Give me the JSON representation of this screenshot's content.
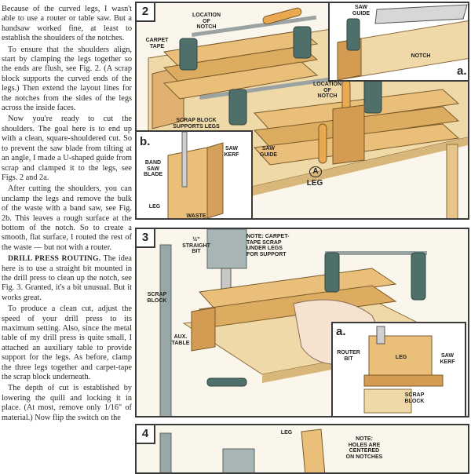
{
  "text": {
    "p1": "Because of the curved legs, I wasn't able to use a router or table saw. But a handsaw worked fine, at least to establish the shoulders of the notches.",
    "p2": "To ensure that the shoulders align, start by clamping the legs together so the ends are flush, see Fig. 2. (A scrap block supports the curved ends of the legs.) Then extend the layout lines for the notches from the sides of the legs across the inside faces.",
    "p3": "Now you're ready to cut the shoulders. The goal here is to end up with a clean, square-shouldered cut. So to prevent the saw blade from tilting at an angle, I made a U-shaped guide from scrap and clamped it to the legs, see Figs. 2 and 2a.",
    "p4": "After cutting the shoulders, you can unclamp the legs and remove the bulk of the waste with a band saw, see Fig. 2b. This leaves a rough surface at the bottom of the notch. So to create a smooth, flat surface, I routed the rest of the waste — but not with a router.",
    "head": "DRILL PRESS ROUTING.",
    "p5": "The idea here is to use a straight bit mounted in the drill press to clean up the notch, see Fig. 3. Granted, it's a bit unusual. But it works great.",
    "p6": "To produce a clean cut, adjust the speed of your drill press to its maximum setting. Also, since the metal table of my drill press is quite small, I attached an auxiliary table to provide support for the legs. As before, clamp the three legs together and carpet-tape the scrap block underneath.",
    "p7": "The depth of cut is established by lowering the quill and locking it in place. (At most, remove only 1/16\" of material.) Now flip the switch on the"
  },
  "fig2": {
    "number": "2",
    "loc_notch_1": "LOCATION\nOF\nNOTCH",
    "carpet_tape": "CARPET\nTAPE",
    "loc_notch_2": "LOCATION\nOF\nNOTCH",
    "scrap_block": "SCRAP BLOCK\nSUPPORTS LEGS",
    "saw_guide": "SAW\nGUIDE",
    "leg_marker": "A",
    "leg": "LEG",
    "sub_a": {
      "letter": "a.",
      "saw_guide": "SAW\nGUIDE",
      "notch": "NOTCH"
    },
    "sub_b": {
      "letter": "b.",
      "band_saw_blade": "BAND\nSAW\nBLADE",
      "saw_kerf": "SAW\nKERF",
      "leg": "LEG",
      "waste": "WASTE"
    }
  },
  "fig3": {
    "number": "3",
    "straight_bit": "½\"\nSTRAIGHT\nBIT",
    "note": "NOTE: CARPET-\nTAPE SCRAP\nUNDER LEGS\nFOR SUPPORT",
    "scrap_block": "SCRAP\nBLOCK",
    "aux_table": "AUX.\nTABLE",
    "sub_a": {
      "letter": "a.",
      "router_bit": "ROUTER\nBIT",
      "leg": "LEG",
      "saw_kerf": "SAW\nKERF",
      "scrap_block": "SCRAP\nBLOCK"
    }
  },
  "fig4": {
    "number": "4",
    "leg": "LEG",
    "note": "NOTE:\nHOLES ARE\nCENTERED\nON NOTCHES"
  }
}
